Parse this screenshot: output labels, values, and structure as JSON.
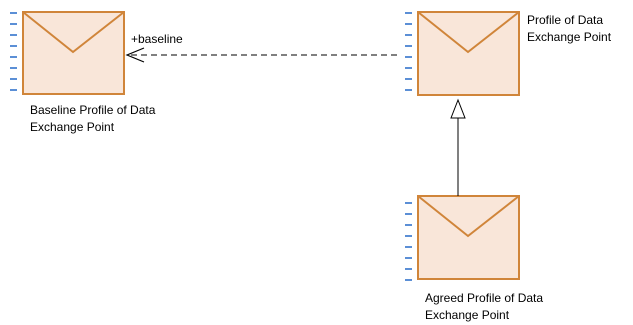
{
  "diagram": {
    "colors": {
      "node_fill": "#f9e6d9",
      "node_border": "#d0853a",
      "port_marks": "#5b8fd6",
      "edge": "#000000"
    },
    "icon": "envelope-icon",
    "nodes": {
      "baseline": {
        "label_line1": "Baseline Profile of Data",
        "label_line2": "Exchange Point"
      },
      "profile": {
        "label_line1": "Profile of Data",
        "label_line2": "Exchange Point"
      },
      "agreed": {
        "label_line1": "Agreed Profile of Data",
        "label_line2": "Exchange Point"
      }
    },
    "edges": {
      "association": {
        "type": "dependency",
        "role_label": "+baseline"
      },
      "generalization": {
        "type": "generalization"
      }
    }
  }
}
